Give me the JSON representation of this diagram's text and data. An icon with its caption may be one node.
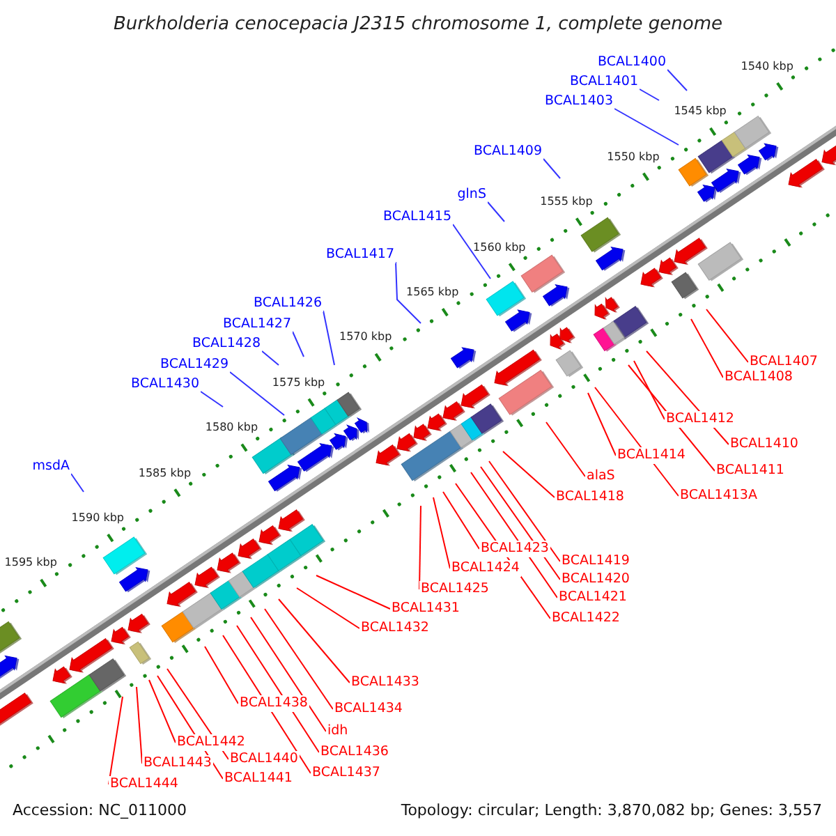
{
  "diagram": {
    "title": "Burkholderia cenocepacia J2315 chromosome 1, complete genome",
    "nodes": [
      {
        "text": [
          "BCAL1400"
        ]
      },
      {
        "text": [
          "BCAL1401"
        ]
      },
      {
        "text": [
          "BCAL1403"
        ]
      },
      {
        "text": [
          "BCAL1409"
        ]
      },
      {
        "text": [
          "glnS"
        ]
      },
      {
        "text": [
          "BCAL1415"
        ]
      },
      {
        "text": [
          "BCAL1417"
        ]
      },
      {
        "text": [
          "BCAL1426"
        ]
      },
      {
        "text": [
          "BCAL1427"
        ]
      },
      {
        "text": [
          "BCAL1428"
        ]
      },
      {
        "text": [
          "BCAL1429"
        ]
      },
      {
        "text": [
          "BCAL1430"
        ]
      },
      {
        "text": [
          "msdA"
        ]
      },
      {
        "text": [
          "BCAL1407"
        ]
      },
      {
        "text": [
          "BCAL1408"
        ]
      },
      {
        "text": [
          "BCAL1412"
        ]
      },
      {
        "text": [
          "BCAL1410"
        ]
      },
      {
        "text": [
          "BCAL1414"
        ]
      },
      {
        "text": [
          "BCAL1411"
        ]
      },
      {
        "text": [
          "alaS"
        ]
      },
      {
        "text": [
          "BCAL1413A"
        ]
      },
      {
        "text": [
          "BCAL1418"
        ]
      },
      {
        "text": [
          "BCAL1423"
        ]
      },
      {
        "text": [
          "BCAL1419"
        ]
      },
      {
        "text": [
          "BCAL1424"
        ]
      },
      {
        "text": [
          "BCAL1420"
        ]
      },
      {
        "text": [
          "BCAL1425"
        ]
      },
      {
        "text": [
          "BCAL1421"
        ]
      },
      {
        "text": [
          "BCAL1431"
        ]
      },
      {
        "text": [
          "BCAL1422"
        ]
      },
      {
        "text": [
          "BCAL1432"
        ]
      },
      {
        "text": [
          "BCAL1433"
        ]
      },
      {
        "text": [
          "BCAL1438"
        ]
      },
      {
        "text": [
          "BCAL1434"
        ]
      },
      {
        "text": [
          "idh"
        ]
      },
      {
        "text": [
          "BCAL1442"
        ]
      },
      {
        "text": [
          "BCAL1436"
        ]
      },
      {
        "text": [
          "BCAL1440"
        ]
      },
      {
        "text": [
          "BCAL1443"
        ]
      },
      {
        "text": [
          "BCAL1437"
        ]
      },
      {
        "text": [
          "BCAL1441"
        ]
      },
      {
        "text": [
          "BCAL1444"
        ]
      }
    ],
    "edges": [
      {
        "from": 0,
        "to": null,
        "arrow": "none",
        "color": "#3333ff"
      },
      {
        "from": 1,
        "to": null,
        "arrow": "none",
        "color": "#3333ff"
      },
      {
        "from": 2,
        "to": null,
        "arrow": "none",
        "color": "#3333ff"
      },
      {
        "from": 3,
        "to": null,
        "arrow": "none",
        "color": "#3333ff"
      },
      {
        "from": 4,
        "to": null,
        "arrow": "none",
        "color": "#3333ff"
      },
      {
        "from": 5,
        "to": null,
        "arrow": "none",
        "color": "#3333ff"
      },
      {
        "from": 6,
        "to": null,
        "arrow": "none",
        "color": "#3333ff"
      },
      {
        "from": 7,
        "to": null,
        "arrow": "none",
        "color": "#3333ff"
      },
      {
        "from": 8,
        "to": null,
        "arrow": "none",
        "color": "#3333ff"
      },
      {
        "from": 9,
        "to": null,
        "arrow": "none",
        "color": "#3333ff"
      },
      {
        "from": 10,
        "to": null,
        "arrow": "none",
        "color": "#3333ff"
      },
      {
        "from": 11,
        "to": null,
        "arrow": "none",
        "color": "#3333ff"
      },
      {
        "from": 12,
        "to": null,
        "arrow": "none",
        "color": "#3333ff"
      },
      {
        "from": 13,
        "to": null,
        "arrow": "none"
      },
      {
        "from": 14,
        "to": null,
        "arrow": "none"
      },
      {
        "from": 15,
        "to": null,
        "arrow": "none"
      },
      {
        "from": 16,
        "to": null,
        "arrow": "none"
      },
      {
        "from": 17,
        "to": null,
        "arrow": "none"
      },
      {
        "from": 18,
        "to": null,
        "arrow": "none"
      },
      {
        "from": 19,
        "to": null,
        "arrow": "none"
      },
      {
        "from": 20,
        "to": null,
        "arrow": "none"
      },
      {
        "from": 21,
        "to": null,
        "arrow": "none"
      },
      {
        "from": 22,
        "to": null,
        "arrow": "none"
      },
      {
        "from": 23,
        "to": null,
        "arrow": "none"
      },
      {
        "from": 24,
        "to": null,
        "arrow": "none"
      },
      {
        "from": 25,
        "to": null,
        "arrow": "none"
      },
      {
        "from": 26,
        "to": null,
        "arrow": "none"
      },
      {
        "from": 27,
        "to": null,
        "arrow": "none"
      },
      {
        "from": 28,
        "to": null,
        "arrow": "none"
      },
      {
        "from": 29,
        "to": null,
        "arrow": "none"
      },
      {
        "from": 30,
        "to": null,
        "arrow": "none"
      },
      {
        "from": 31,
        "to": null,
        "arrow": "none"
      },
      {
        "from": 32,
        "to": null,
        "arrow": "none"
      },
      {
        "from": 33,
        "to": null,
        "arrow": "none"
      },
      {
        "from": 34,
        "to": null,
        "arrow": "none"
      },
      {
        "from": 35,
        "to": null,
        "arrow": "none"
      },
      {
        "from": 36,
        "to": null,
        "arrow": "none"
      },
      {
        "from": 37,
        "to": null,
        "arrow": "none"
      },
      {
        "from": 38,
        "to": null,
        "arrow": "none"
      },
      {
        "from": 39,
        "to": null,
        "arrow": "none"
      },
      {
        "from": 40,
        "to": null,
        "arrow": "none"
      },
      {
        "from": 41,
        "to": null,
        "arrow": "none"
      }
    ],
    "labels": [
      "1540 kbp",
      "1545 kbp",
      "1550 kbp",
      "1555 kbp",
      "1560 kbp",
      "1565 kbp",
      "1570 kbp",
      "1575 kbp",
      "1580 kbp",
      "1585 kbp",
      "1590 kbp",
      "1595 kbp",
      "Accession: NC_011000",
      "Topology: circular; Length: 3,870,082 bp; Genes: 3,557"
    ]
  }
}
